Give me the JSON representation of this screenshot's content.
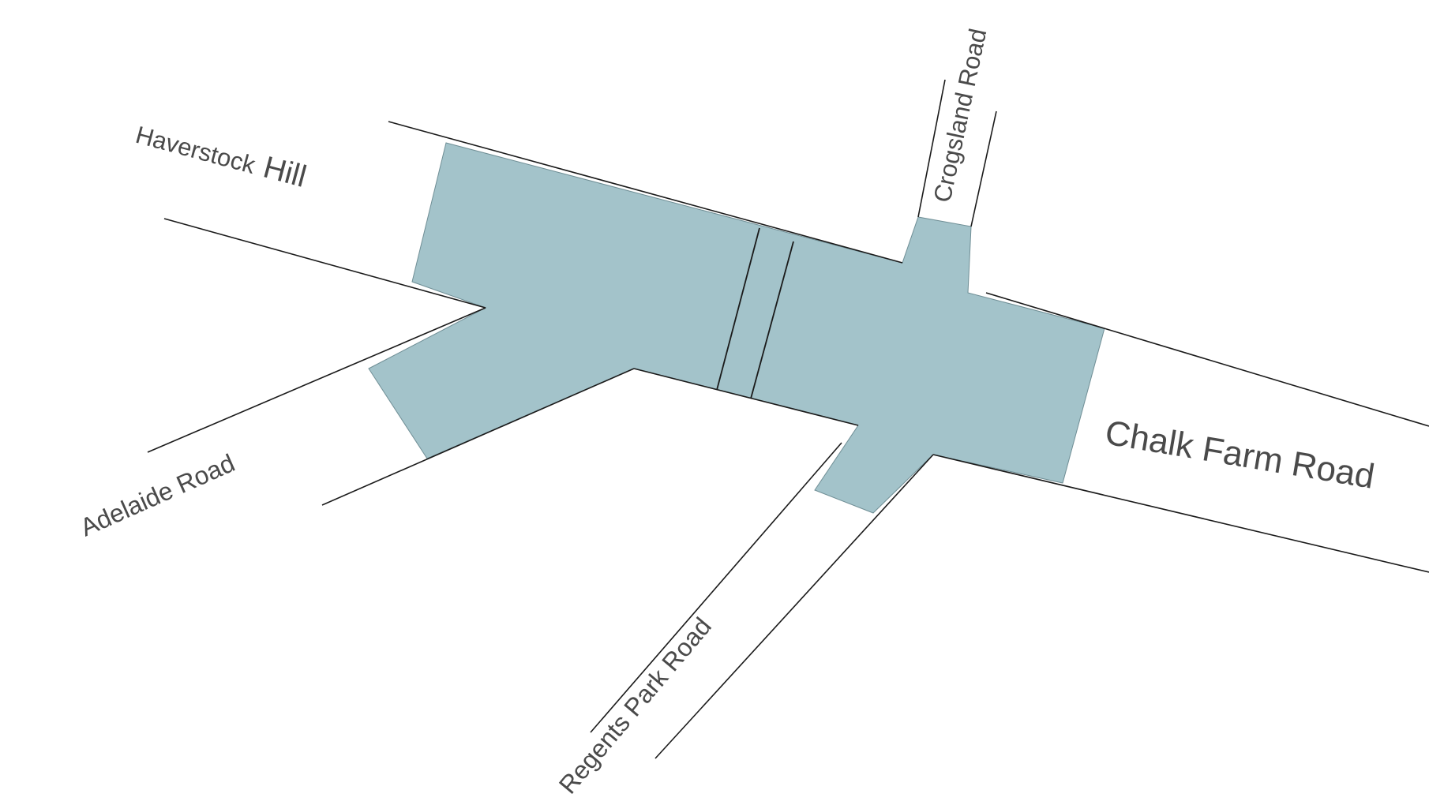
{
  "map": {
    "colors": {
      "junction_fill": "#a3c3ca",
      "road_edge": "#1a1a1a",
      "label": "#4a4a4a",
      "background": "#ffffff"
    },
    "labels": {
      "haverstock_hill_part1": "Haverstock",
      "haverstock_hill_part2": "Hill",
      "crogsland_road": "Crogsland Road",
      "adelaide_road": "Adelaide Road",
      "chalk_farm_road": "Chalk Farm Road",
      "regents_park_road": "Regents Park Road"
    }
  }
}
